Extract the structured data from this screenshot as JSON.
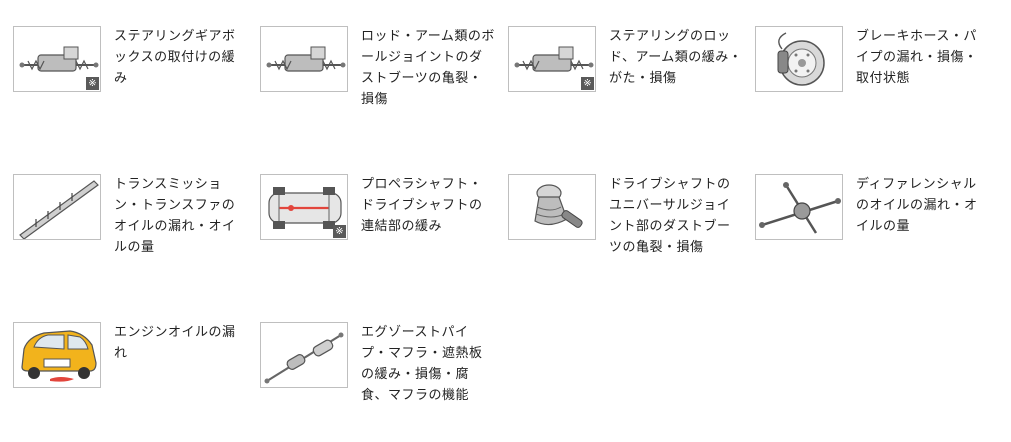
{
  "inspection_items": [
    {
      "label": "ステアリングギアボックスの取付けの緩み",
      "icon": "steering-gearbox-icon",
      "note": "※"
    },
    {
      "label": "ロッド・アーム類のボールジョイントのダストブーツの亀裂・損傷",
      "icon": "steering-gearbox-icon",
      "note": ""
    },
    {
      "label": "ステアリングのロッド、アーム類の緩み・がた・損傷",
      "icon": "steering-gearbox-icon",
      "note": "※"
    },
    {
      "label": "ブレーキホース・パイプの漏れ・損傷・取付状態",
      "icon": "brake-disc-icon",
      "note": ""
    },
    {
      "label": "トランスミッション・トランスファのオイルの漏れ・オイルの量",
      "icon": "dipstick-icon",
      "note": ""
    },
    {
      "label": "プロペラシャフト・ドライブシャフトの連結部の緩み",
      "icon": "chassis-icon",
      "note": "※"
    },
    {
      "label": "ドライブシャフトのユニバーサルジョイント部のダストブーツの亀裂・損傷",
      "icon": "drive-boot-icon",
      "note": ""
    },
    {
      "label": "ディファレンシャルのオイルの漏れ・オイルの量",
      "icon": "differential-icon",
      "note": ""
    },
    {
      "label": "エンジンオイルの漏れ",
      "icon": "car-oil-leak-icon",
      "note": ""
    },
    {
      "label": "エグゾーストパイプ・マフラ・遮熱板の緩み・損傷・腐食、マフラの機能",
      "icon": "exhaust-pipe-icon",
      "note": ""
    }
  ],
  "colors": {
    "border": "#bfbfbf",
    "text": "#222222",
    "car_body": "#f2b31c",
    "oil": "#e2453c",
    "part_gray": "#9a9a9a",
    "note_bg": "#5a5a5a"
  }
}
